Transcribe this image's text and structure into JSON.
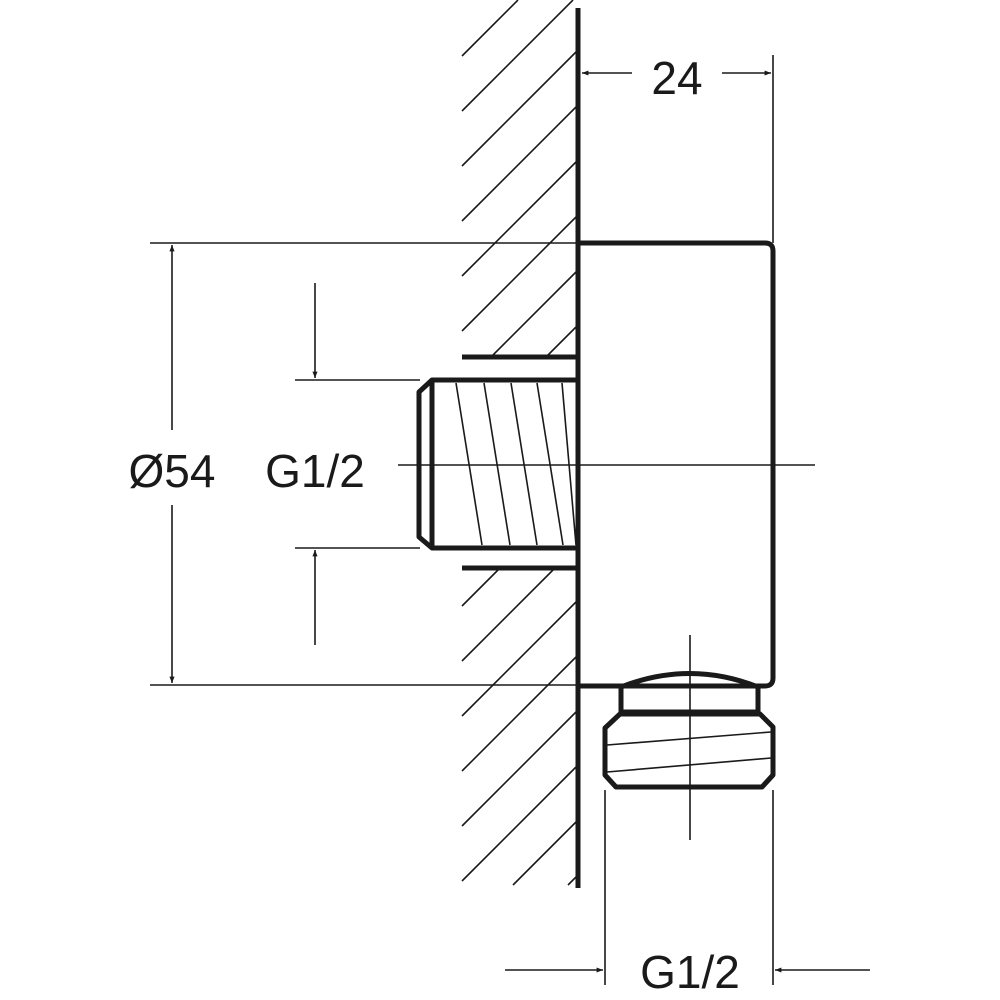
{
  "drawing": {
    "dimensions": {
      "depth": "24",
      "diameter": "Ø54",
      "inlet_thread": "G1/2",
      "outlet_thread": "G1/2"
    },
    "colors": {
      "line": "#1a1a1a",
      "background": "#ffffff"
    }
  }
}
